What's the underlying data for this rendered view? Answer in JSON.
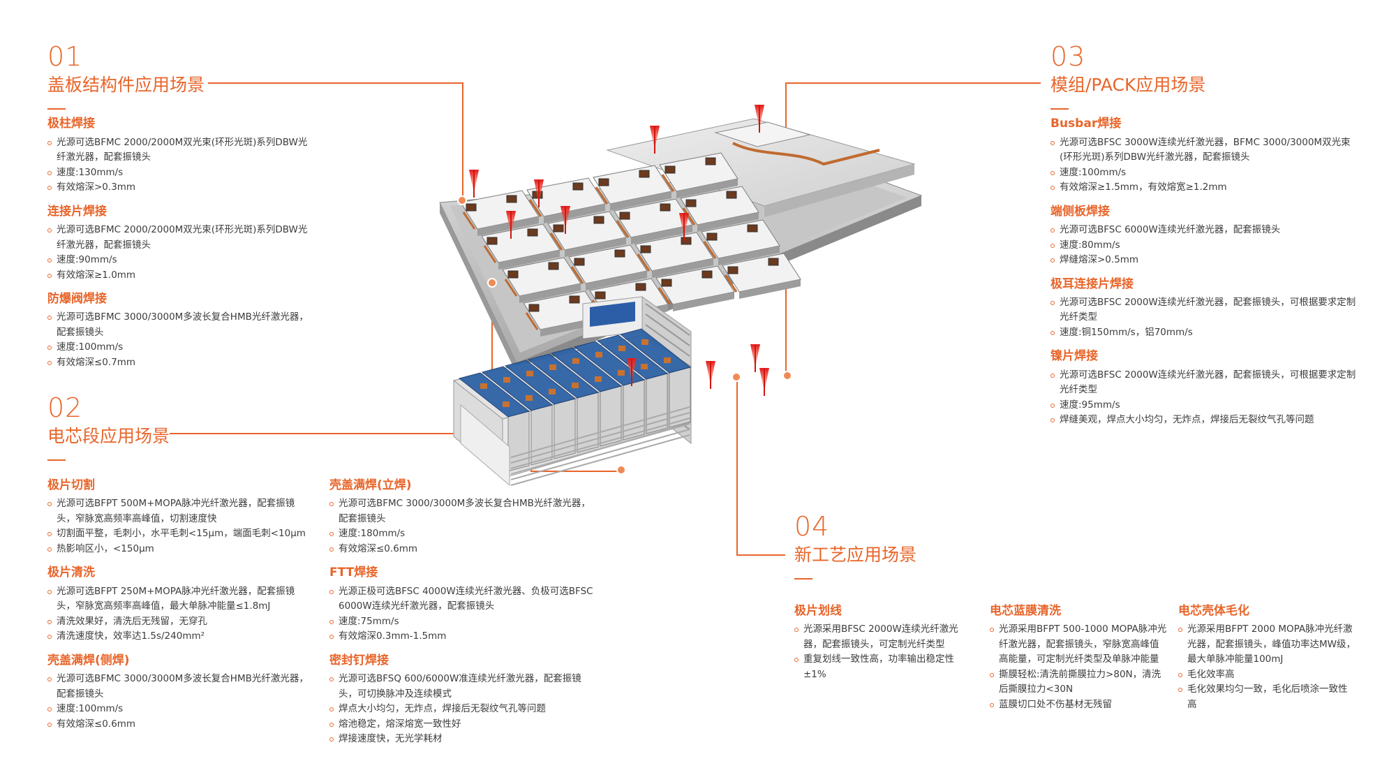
{
  "s01": {
    "num": "01",
    "title": "盖板结构件应用场景",
    "items": [
      {
        "title": "极柱焊接",
        "bullets": [
          "光源可选BFMC 2000/2000M双光束(环形光斑)系列DBW光纤激光器，配套振镜头",
          "速度:130mm/s",
          "有效熔深>0.3mm"
        ]
      },
      {
        "title": "连接片焊接",
        "bullets": [
          "光源可选BFMC 2000/2000M双光束(环形光斑)系列DBW光纤激光器，配套振镜头",
          "速度:90mm/s",
          "有效熔深≥1.0mm"
        ]
      },
      {
        "title": "防爆阀焊接",
        "bullets": [
          "光源可选BFMC 3000/3000M多波长复合HMB光纤激光器，配套振镜头",
          "速度:100mm/s",
          "有效熔深≤0.7mm"
        ]
      }
    ]
  },
  "s02": {
    "num": "02",
    "title": "电芯段应用场景",
    "col1": [
      {
        "title": "极片切割",
        "bullets": [
          "光源可选BFPT 500M+MOPA脉冲光纤激光器，配套振镜头，窄脉宽高频率高峰值，切割速度快",
          "切割面平整，毛刺小，水平毛刺<15μm，端面毛刺<10μm",
          "热影响区小，<150μm"
        ]
      },
      {
        "title": "极片清洗",
        "bullets": [
          "光源可选BFPT 250M+MOPA脉冲光纤激光器，配套振镜头，窄脉宽高频率高峰值，最大单脉冲能量≤1.8mJ",
          "清洗效果好，清洗后无残留，无穿孔",
          "清洗速度快，效率达1.5s/240mm²"
        ]
      },
      {
        "title": "壳盖满焊(侧焊)",
        "bullets": [
          "光源可选BFMC 3000/3000M多波长复合HMB光纤激光器，配套振镜头",
          "速度:100mm/s",
          "有效熔深≤0.6mm"
        ]
      }
    ],
    "col2": [
      {
        "title": "壳盖满焊(立焊)",
        "bullets": [
          "光源可选BFMC 3000/3000M多波长复合HMB光纤激光器，配套振镜头",
          "速度:180mm/s",
          "有效熔深≤0.6mm"
        ]
      },
      {
        "title": "FTT焊接",
        "bullets": [
          "光源正极可选BFSC 4000W连续光纤激光器、负极可选BFSC 6000W连续光纤激光器，配套振镜头",
          "速度:75mm/s",
          "有效熔深0.3mm-1.5mm"
        ]
      },
      {
        "title": "密封钉焊接",
        "bullets": [
          "光源可选BFSQ 600/6000W准连续光纤激光器，配套振镜头，可切换脉冲及连续模式",
          "焊点大小均匀，无炸点，焊接后无裂纹气孔等问题",
          "熔池稳定，熔深熔宽一致性好",
          "焊接速度快，无光学耗材"
        ]
      }
    ]
  },
  "s03": {
    "num": "03",
    "title": "模组/PACK应用场景",
    "items": [
      {
        "title": "Busbar焊接",
        "bullets": [
          "光源可选BFSC 3000W连续光纤激光器，BFMC 3000/3000M双光束(环形光斑)系列DBW光纤激光器，配套振镜头",
          "速度:100mm/s",
          "有效熔深≥1.5mm，有效熔宽≥1.2mm"
        ]
      },
      {
        "title": "端侧板焊接",
        "bullets": [
          "光源可选BFSC 6000W连续光纤激光器，配套振镜头",
          "速度:80mm/s",
          "焊缝熔深>0.5mm"
        ]
      },
      {
        "title": "极耳连接片焊接",
        "bullets": [
          "光源可选BFSC 2000W连续光纤激光器，配套振镜头，可根据要求定制光纤类型",
          "速度:铜150mm/s，铝70mm/s"
        ]
      },
      {
        "title": "镍片焊接",
        "bullets": [
          "光源可选BFSC 2000W连续光纤激光器，配套振镜头，可根据要求定制光纤类型",
          "速度:95mm/s",
          "焊缝美观，焊点大小均匀，无炸点，焊接后无裂纹气孔等问题"
        ]
      }
    ]
  },
  "s04": {
    "num": "04",
    "title": "新工艺应用场景",
    "cols": [
      {
        "title": "极片划线",
        "bullets": [
          "光源采用BFSC 2000W连续光纤激光器，配套振镜头，可定制光纤类型",
          "重复划线一致性高，功率输出稳定性±1%"
        ]
      },
      {
        "title": "电芯蓝膜清洗",
        "bullets": [
          "光源采用BFPT 500-1000 MOPA脉冲光纤激光器，配套振镜头，窄脉宽高峰值高能量，可定制光纤类型及单脉冲能量",
          "撕膜轻松:清洗前撕膜拉力>80N，清洗后撕膜拉力<30N",
          "蓝膜切口处不伤基材无残留"
        ]
      },
      {
        "title": "电芯壳体毛化",
        "bullets": [
          "光源采用BFPT 2000 MOPA脉冲光纤激光器，配套振镜头，峰值功率达MW级，最大单脉冲能量100mJ",
          "毛化效率高",
          "毛化效果均匀一致，毛化后喷涂一致性高"
        ]
      }
    ]
  },
  "colors": {
    "accent": "#e8652a"
  }
}
